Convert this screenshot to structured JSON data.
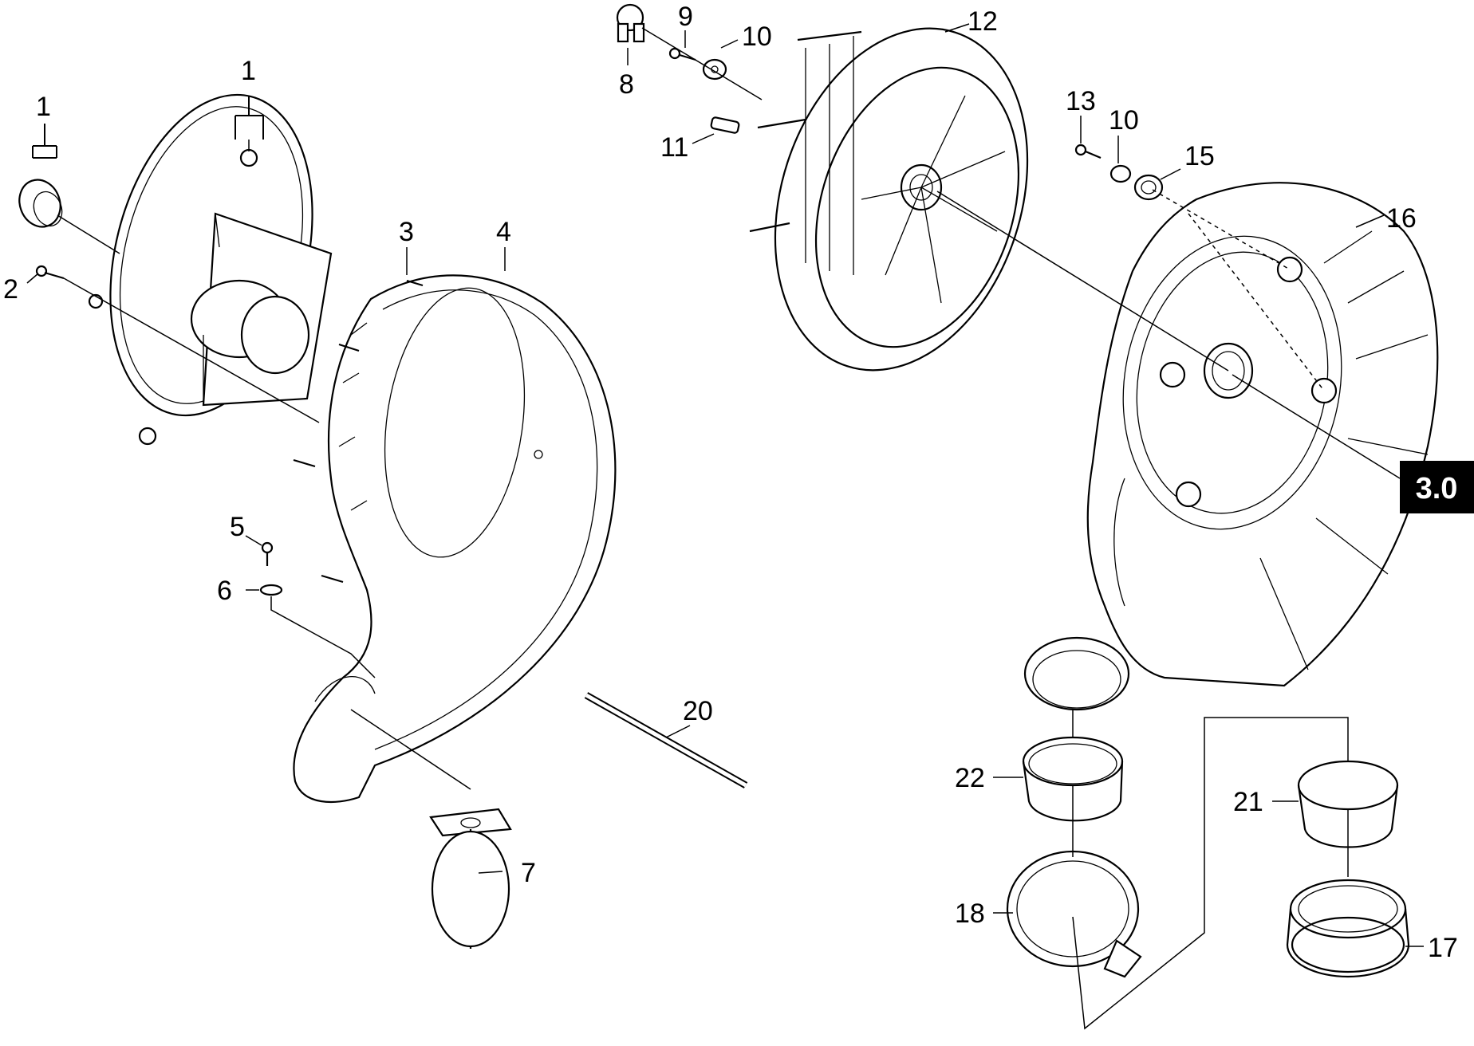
{
  "diagram": {
    "section_badge": "3.0",
    "callouts": {
      "c1a": "1",
      "c1b": "1",
      "c2": "2",
      "c3": "3",
      "c4": "4",
      "c5": "5",
      "c6": "6",
      "c7": "7",
      "c8": "8",
      "c9": "9",
      "c10a": "10",
      "c10b": "10",
      "c11": "11",
      "c12": "12",
      "c13": "13",
      "c15": "15",
      "c16": "16",
      "c17": "17",
      "c18": "18",
      "c20": "20",
      "c21": "21",
      "c22": "22"
    }
  }
}
